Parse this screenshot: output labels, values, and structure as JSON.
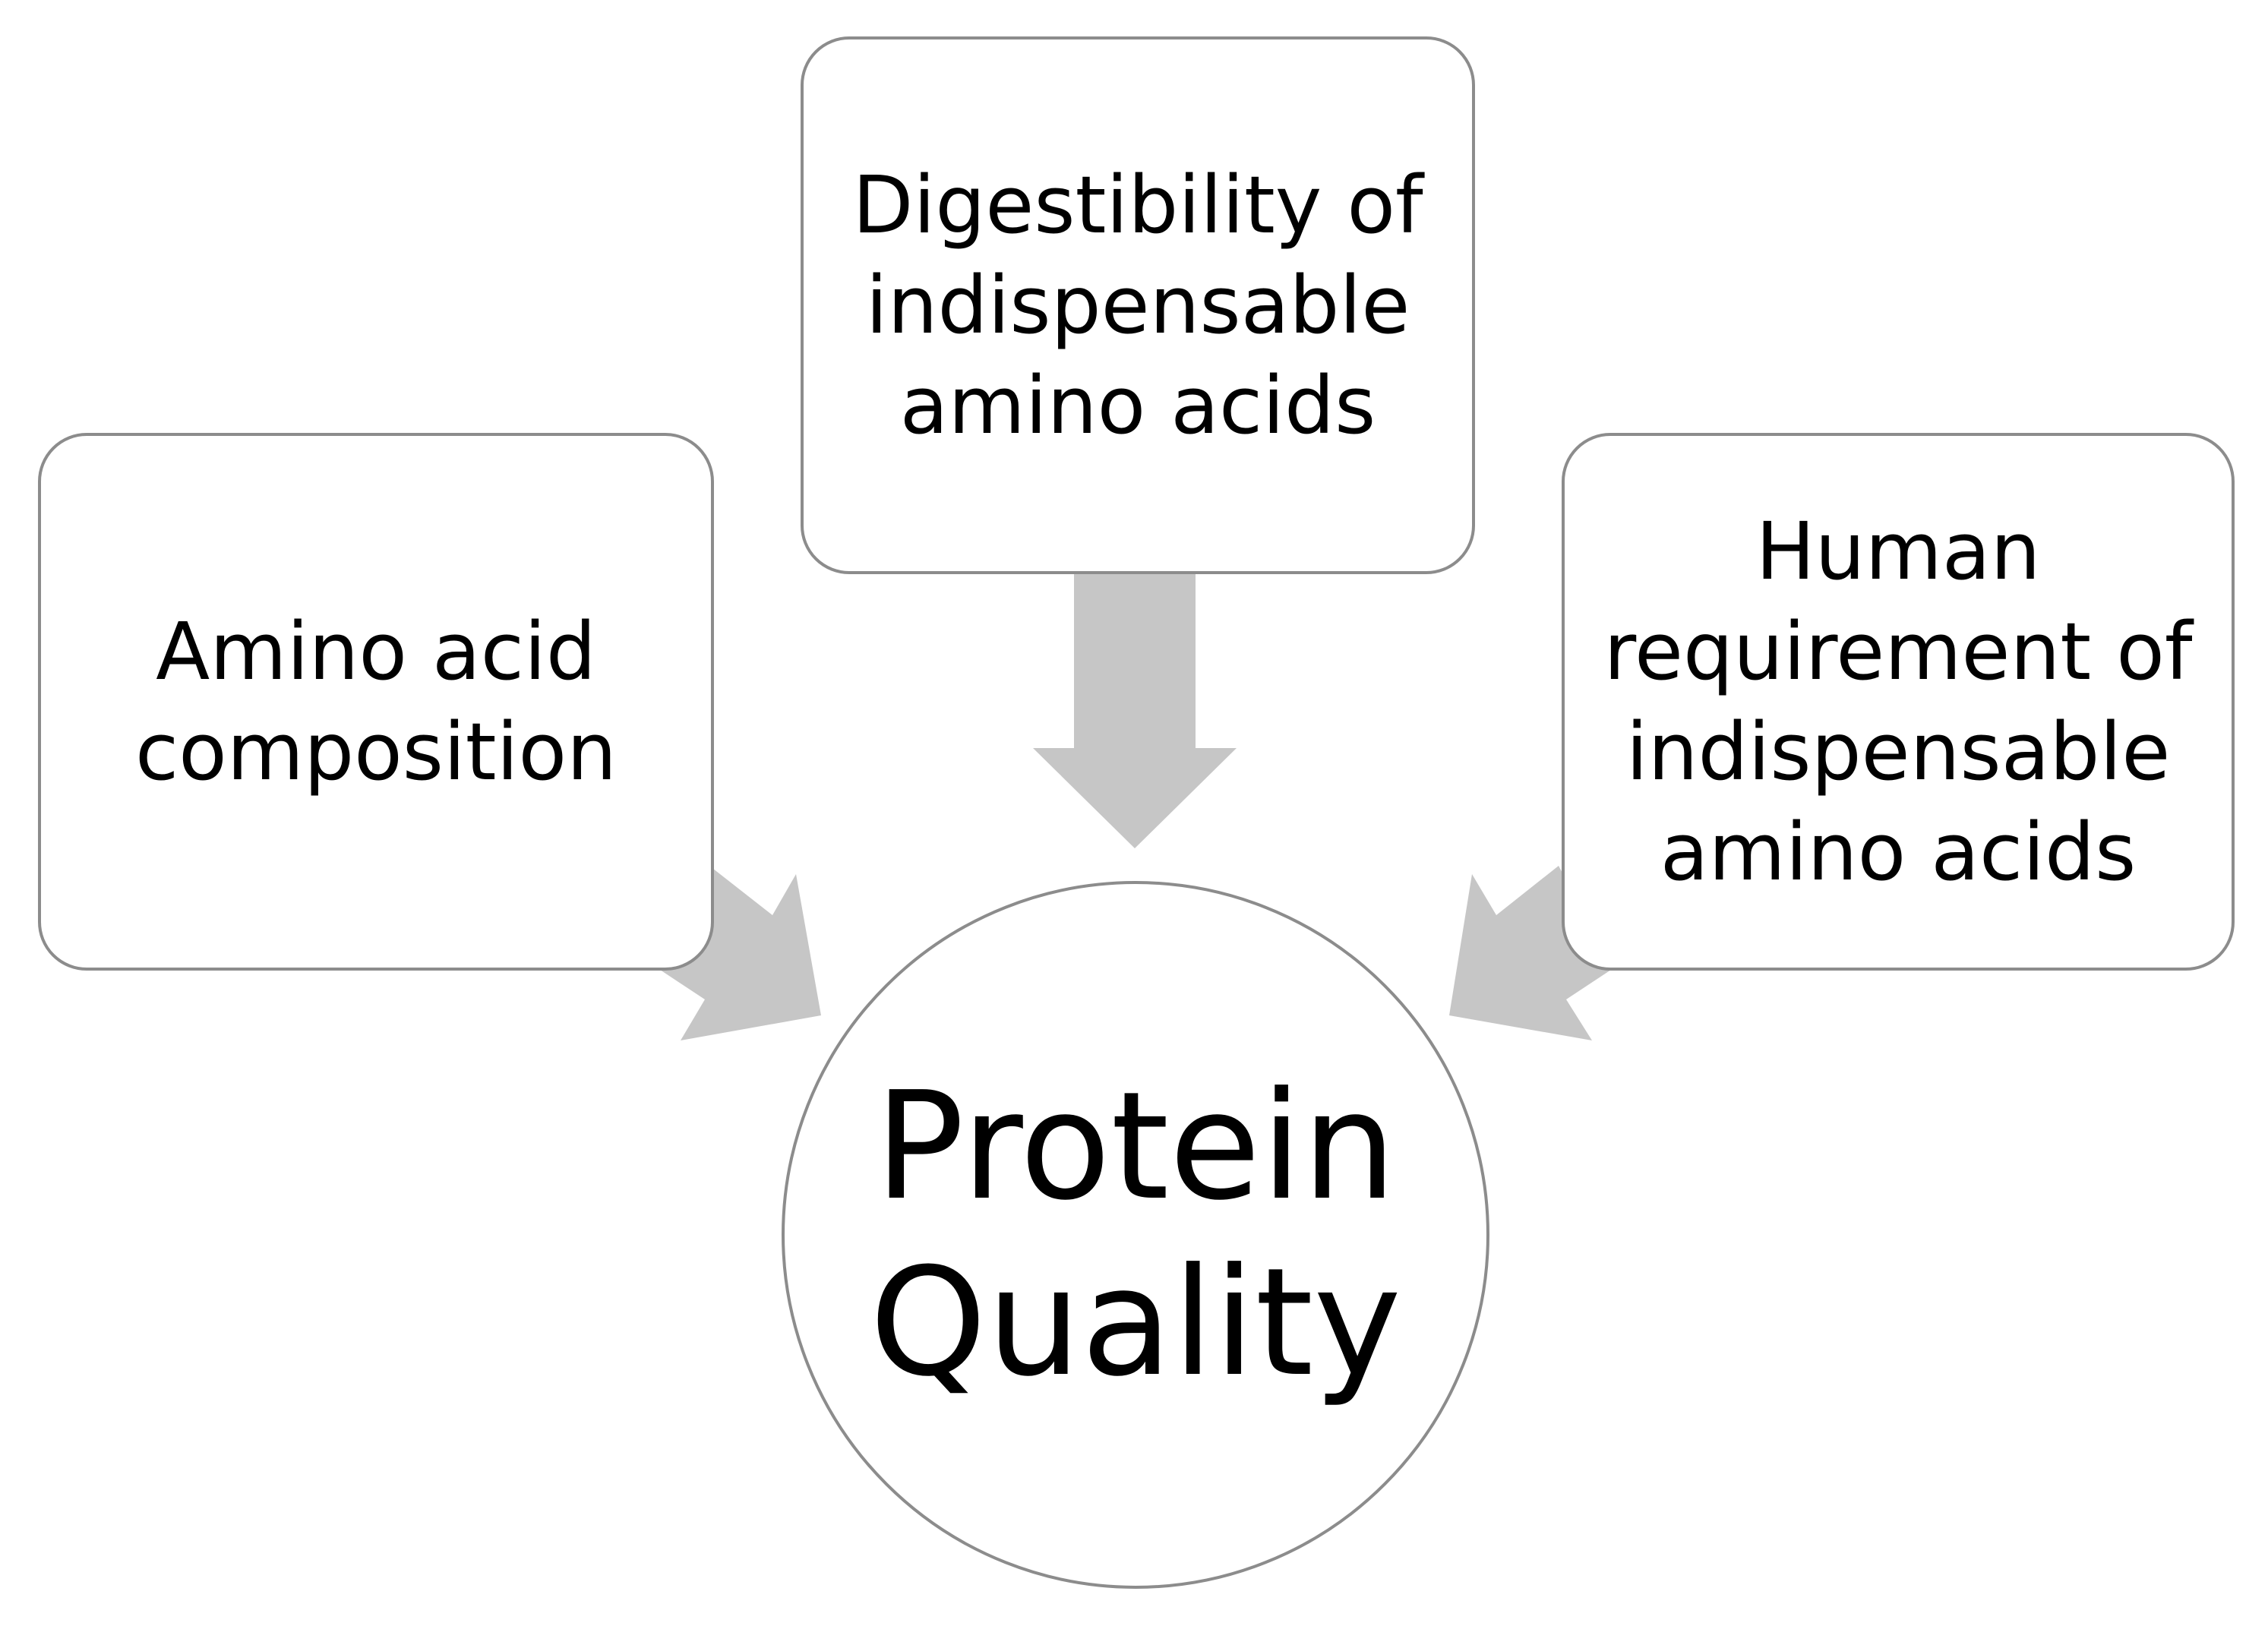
{
  "diagram": {
    "boxes": {
      "left": {
        "label": "Amino acid\ncomposition"
      },
      "top": {
        "label": "Digestibility of\nindispensable\namino acids"
      },
      "right": {
        "label": "Human\nrequirement of\nindispensable\namino acids"
      }
    },
    "center": {
      "label": "Protein\nQuality"
    }
  },
  "colors": {
    "arrow": "#c6c6c6",
    "border": "#8c8c8c",
    "fill": "#ffffff",
    "text": "#000000"
  }
}
